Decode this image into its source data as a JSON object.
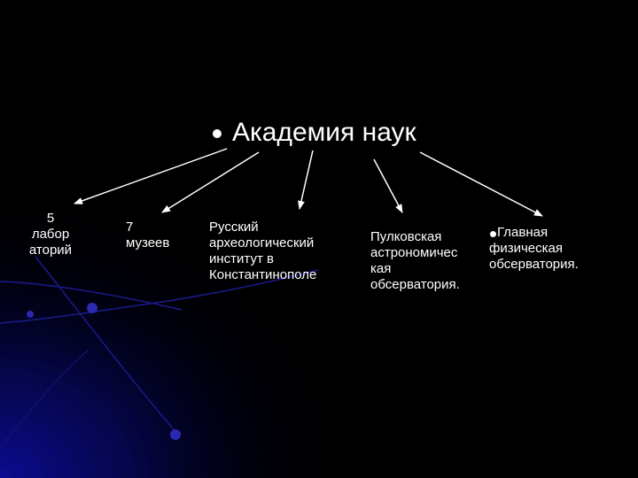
{
  "slide": {
    "title": "Академия наук",
    "boxes": [
      {
        "id": "labs",
        "text": "5\nлабор\nаторий"
      },
      {
        "id": "museums",
        "text": "7\nмузеев"
      },
      {
        "id": "institute",
        "text": "Русский\nархеологический\nинститут в\nКонстантинополе"
      },
      {
        "id": "pulkovo",
        "text": "Пулковская\nастрономичес\nкая\nобсерватория."
      },
      {
        "id": "main",
        "text": "Главная\nфизическая\nобсерватория."
      }
    ]
  },
  "colors": {
    "background": "#000000",
    "text": "#ffffff",
    "orbit_line": "#1a1a8c",
    "glow": "#0a0a80",
    "dot": "#2a2ab0"
  },
  "icons": {
    "title_bullet": "bullet-icon",
    "main_bullet": "bullet-icon"
  }
}
